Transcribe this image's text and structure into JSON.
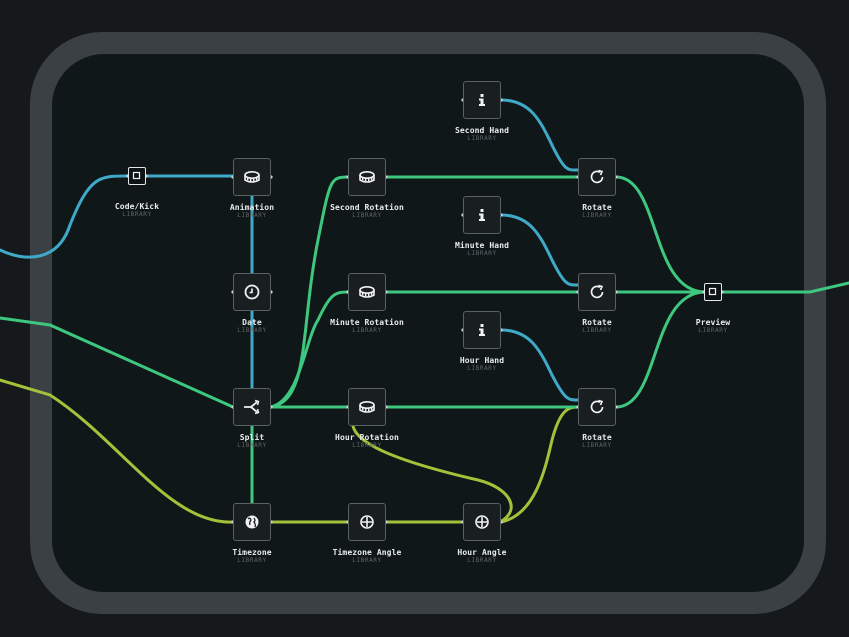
{
  "colors": {
    "background": "#15191b",
    "frame": "#3a4043",
    "canvas": "#101719",
    "wire_blue": "#3fa9c8",
    "wire_green": "#3ec77e",
    "wire_lime": "#a3c23a",
    "label": "#e9eced",
    "sublabel": "#5e6669"
  },
  "nodes": [
    {
      "id": "code_kick",
      "label": "Code/Kick",
      "sub": "LIBRARY",
      "icon": "square-icon"
    },
    {
      "id": "animation",
      "label": "Animation",
      "sub": "LIBRARY",
      "icon": "film-icon"
    },
    {
      "id": "date",
      "label": "Date",
      "sub": "LIBRARY",
      "icon": "clock-icon"
    },
    {
      "id": "split",
      "label": "Split",
      "sub": "LIBRARY",
      "icon": "split-icon"
    },
    {
      "id": "timezone",
      "label": "Timezone",
      "sub": "LIBRARY",
      "icon": "globe-icon"
    },
    {
      "id": "second_rotation",
      "label": "Second Rotation",
      "sub": "LIBRARY",
      "icon": "film-icon"
    },
    {
      "id": "minute_rotation",
      "label": "Minute Rotation",
      "sub": "LIBRARY",
      "icon": "film-icon"
    },
    {
      "id": "hour_rotation",
      "label": "Hour Rotation",
      "sub": "LIBRARY",
      "icon": "film-icon"
    },
    {
      "id": "timezone_angle",
      "label": "Timezone Angle",
      "sub": "LIBRARY",
      "icon": "plus-circle-icon"
    },
    {
      "id": "hour_angle",
      "label": "Hour Angle",
      "sub": "LIBRARY",
      "icon": "plus-circle-icon"
    },
    {
      "id": "second_hand",
      "label": "Second Hand",
      "sub": "LIBRARY",
      "icon": "info-icon"
    },
    {
      "id": "minute_hand",
      "label": "Minute Hand",
      "sub": "LIBRARY",
      "icon": "info-icon"
    },
    {
      "id": "hour_hand",
      "label": "Hour Hand",
      "sub": "LIBRARY",
      "icon": "info-icon"
    },
    {
      "id": "rotate_1",
      "label": "Rotate",
      "sub": "LIBRARY",
      "icon": "rotate-icon"
    },
    {
      "id": "rotate_2",
      "label": "Rotate",
      "sub": "LIBRARY",
      "icon": "rotate-icon"
    },
    {
      "id": "rotate_3",
      "label": "Rotate",
      "sub": "LIBRARY",
      "icon": "rotate-icon"
    },
    {
      "id": "preview",
      "label": "Preview",
      "sub": "LIBRARY",
      "icon": "square-icon"
    }
  ],
  "edges": [
    {
      "from": "input_left",
      "to": "code_kick",
      "color": "blue"
    },
    {
      "from": "code_kick",
      "to": "animation",
      "color": "blue"
    },
    {
      "from": "animation",
      "to": "date",
      "color": "blue"
    },
    {
      "from": "date",
      "to": "split",
      "color": "blue"
    },
    {
      "from": "input_left",
      "to": "split",
      "color": "green"
    },
    {
      "from": "split",
      "to": "second_rotation",
      "color": "green"
    },
    {
      "from": "split",
      "to": "minute_rotation",
      "color": "green"
    },
    {
      "from": "split",
      "to": "hour_rotation",
      "color": "green"
    },
    {
      "from": "split",
      "to": "timezone",
      "color": "green"
    },
    {
      "from": "input_left",
      "to": "timezone",
      "color": "lime"
    },
    {
      "from": "timezone",
      "to": "timezone_angle",
      "color": "lime"
    },
    {
      "from": "timezone_angle",
      "to": "hour_angle",
      "color": "lime"
    },
    {
      "from": "hour_rotation",
      "to": "hour_angle",
      "color": "lime"
    },
    {
      "from": "hour_angle",
      "to": "rotate_3",
      "color": "lime"
    },
    {
      "from": "second_hand",
      "to": "rotate_1",
      "color": "blue"
    },
    {
      "from": "minute_hand",
      "to": "rotate_2",
      "color": "blue"
    },
    {
      "from": "hour_hand",
      "to": "rotate_3",
      "color": "blue"
    },
    {
      "from": "second_rotation",
      "to": "rotate_1",
      "color": "green"
    },
    {
      "from": "minute_rotation",
      "to": "rotate_2",
      "color": "green"
    },
    {
      "from": "hour_rotation",
      "to": "rotate_3",
      "color": "green"
    },
    {
      "from": "rotate_1",
      "to": "preview",
      "color": "green"
    },
    {
      "from": "rotate_2",
      "to": "preview",
      "color": "green"
    },
    {
      "from": "rotate_3",
      "to": "preview",
      "color": "green"
    },
    {
      "from": "preview",
      "to": "output_right",
      "color": "green"
    }
  ]
}
